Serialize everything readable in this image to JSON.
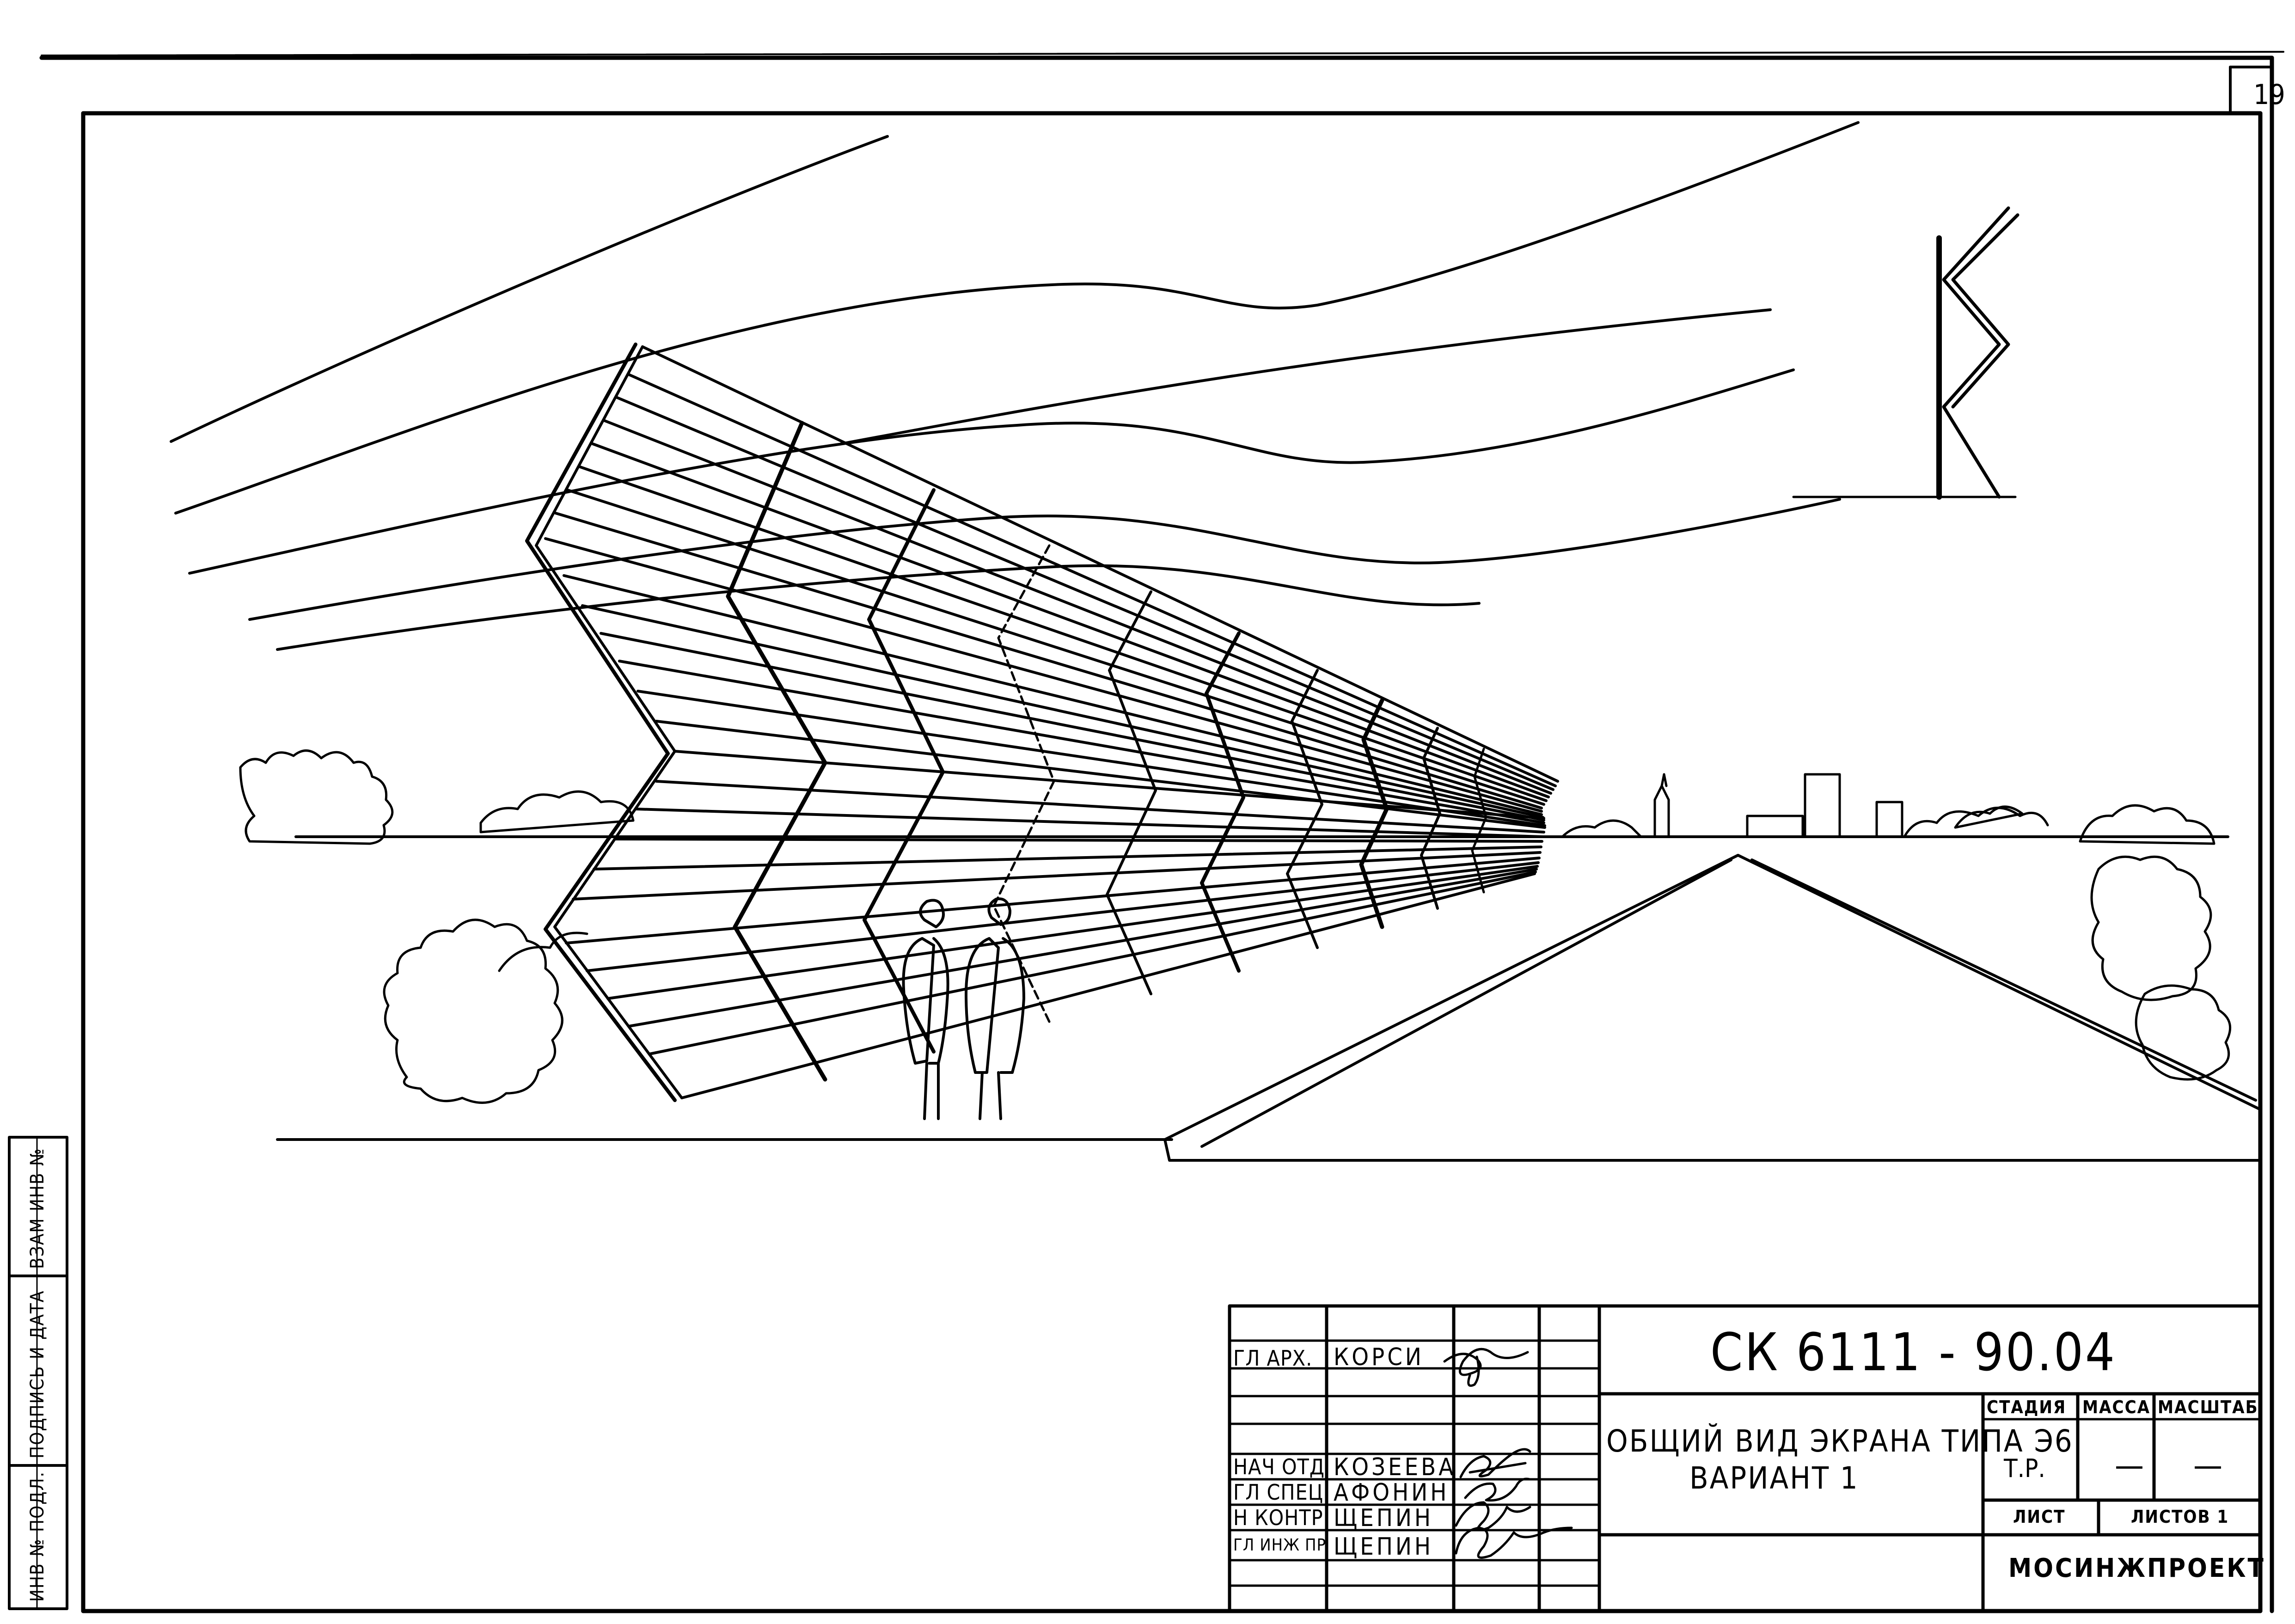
{
  "sheet_number": "19",
  "left_margin_stamps": [
    "ИНВ № ПОДЛ.",
    "ПОДПИСЬ И ДАТА",
    "ВЗАМ ИНВ №"
  ],
  "title_block": {
    "document_code": "СК 6111 - 90.04",
    "title_line1": "ОБЩИЙ ВИД ЭКРАНА ТИПА Э6",
    "title_line2": "ВАРИАНТ 1",
    "signatories": [
      {
        "role": "ГЛ АРХ.",
        "name": "КОРСИ"
      },
      {
        "role": "НАЧ ОТД",
        "name": "КОЗЕЕВА"
      },
      {
        "role": "ГЛ СПЕЦ",
        "name": "АФОНИН"
      },
      {
        "role": "Н КОНТР",
        "name": "ЩЕПИН"
      },
      {
        "role": "ГЛ ИНЖ ПР",
        "name": "ЩЕПИН"
      }
    ],
    "headers": {
      "stage": "СТАДИЯ",
      "mass": "МАССА",
      "scale": "МАСШТАБ",
      "sheet": "ЛИСТ",
      "sheets": "ЛИСТОВ 1"
    },
    "stage_value": "Т.Р.",
    "mass_value": "—",
    "scale_value": "—",
    "organization": "МОСИНЖПРОЕКТ"
  }
}
